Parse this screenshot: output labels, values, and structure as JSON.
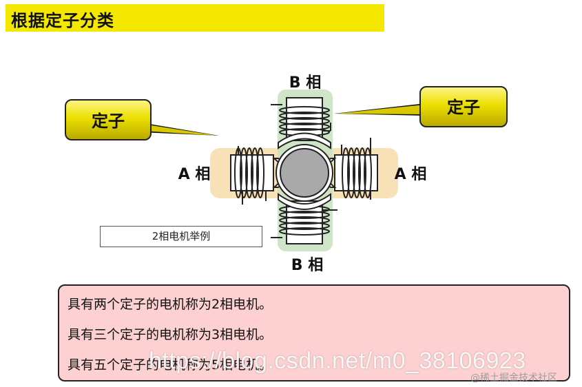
{
  "header": {
    "title": "根据定子分类"
  },
  "diagram": {
    "callout_left": "定子",
    "callout_right": "定子",
    "label_b_top": "B 相",
    "label_b_bottom": "B 相",
    "label_a_left": "A 相",
    "label_a_right": "A 相",
    "example_label": "2相电机举例",
    "colors": {
      "callout_yellow": "#e6d500",
      "a_phase_band": "#f8dcaa",
      "b_phase_band": "#c9e2c2",
      "rotor": "#a9a9a9"
    }
  },
  "info": {
    "lines": [
      "具有两个定子的电机称为2相电机。",
      "具有三个定子的电机称为3相电机。",
      "具有五个定子的电机称为5相电机。"
    ]
  },
  "watermark": {
    "url": "https://blog.csdn.net/m0_38106923",
    "source": "@稀土掘金技术社区"
  }
}
